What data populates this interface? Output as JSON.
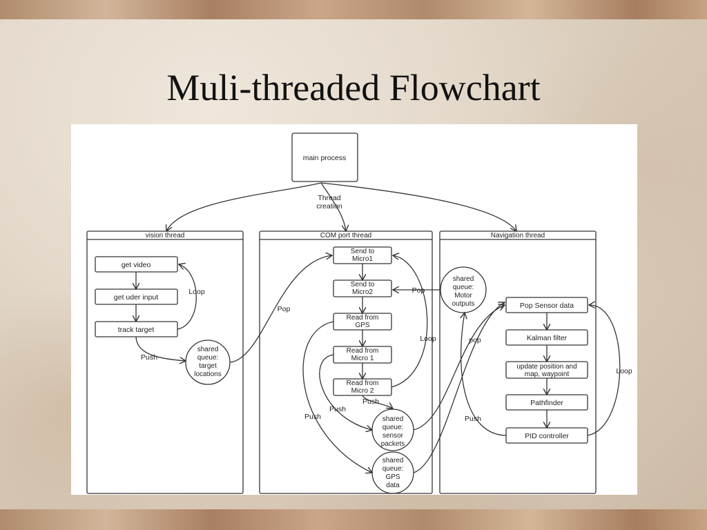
{
  "slide": {
    "title": "Muli-threaded Flowchart"
  },
  "diagram": {
    "main_process": "main process",
    "thread_creation": [
      "Thread",
      "creation"
    ],
    "lanes": {
      "vision": "vision thread",
      "com": "COM port thread",
      "nav": "Navigation thread"
    },
    "vision": {
      "get_video": "get video",
      "get_user_input": "get uder input",
      "track_target": "track target",
      "loop": "Loop",
      "push": "Push",
      "queue": [
        "shared",
        "queue:",
        "target",
        "locations"
      ]
    },
    "com": {
      "send1": [
        "Send to",
        "Micro1"
      ],
      "send2": [
        "Send to",
        "Micro2"
      ],
      "read_gps": [
        "Read from",
        "GPS"
      ],
      "read_m1": [
        "Read from",
        "Micro 1"
      ],
      "read_m2": [
        "Read from",
        "Micro 2"
      ],
      "pop_left": "Pop",
      "pop_motor": "Pop",
      "loop": "Loop",
      "push_a": "Push",
      "push_b": "Push",
      "push_c": "Push",
      "sensor_queue": [
        "shared",
        "queue:",
        "sensor",
        "packets"
      ],
      "gps_queue": [
        "shared",
        "queue:",
        "GPS",
        "data"
      ]
    },
    "nav": {
      "motor_queue": [
        "shared",
        "queue:",
        "Motor",
        "outputs"
      ],
      "pop_sensor": "Pop Sensor data",
      "kalman": "Kalman filter",
      "update": [
        "update position and",
        "map, waypoint"
      ],
      "pathfinder": "Pathfinder",
      "pid": "PID controller",
      "pop": "pop",
      "push": "Push",
      "loop": "Loop"
    }
  }
}
